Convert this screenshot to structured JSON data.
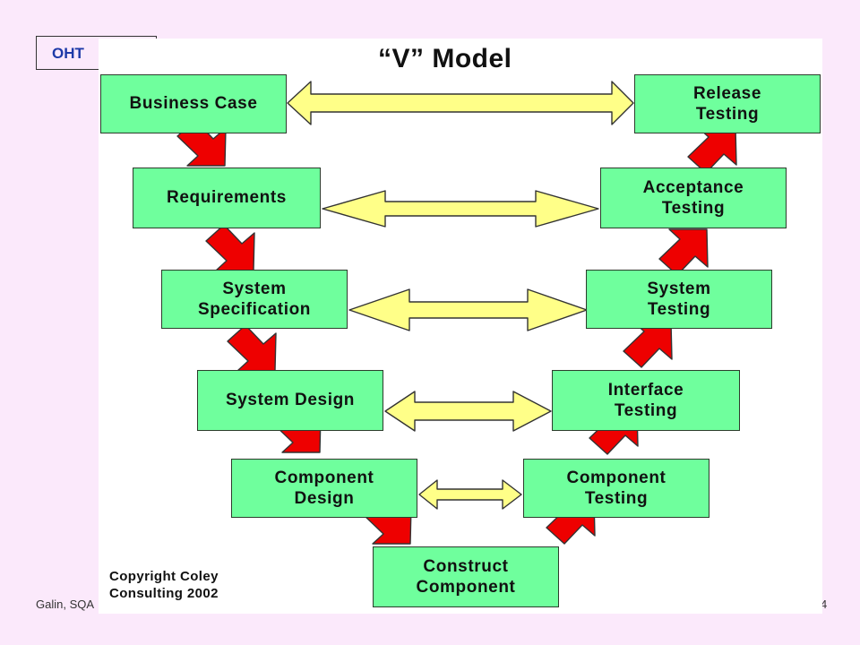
{
  "header": {
    "badge": "OHT"
  },
  "footer": {
    "left": "Galin, SQA",
    "right": "4"
  },
  "slide": {
    "title": "“V” Model",
    "copyright": "Copyright Coley\nConsulting 2002"
  },
  "stages": {
    "business_case": "Business Case",
    "requirements": "Requirements",
    "system_specification": "System\nSpecification",
    "system_design": "System Design",
    "component_design": "Component\nDesign",
    "construct_component": "Construct\nComponent",
    "component_testing": "Component\nTesting",
    "interface_testing": "Interface\nTesting",
    "system_testing": "System\nTesting",
    "acceptance_testing": "Acceptance\nTesting",
    "release_testing": "Release\nTesting"
  },
  "colors": {
    "box_fill": "#6fff9d",
    "flow_arrow": "#ee0000",
    "link_arrow": "#ffff88",
    "background": "#fbe9fb"
  }
}
